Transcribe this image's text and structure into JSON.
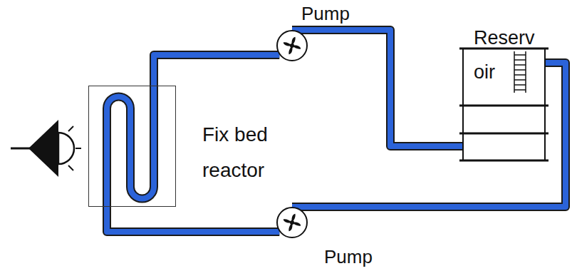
{
  "diagram": {
    "nodes": [
      {
        "text": [
          "Pump"
        ]
      },
      {
        "text": [
          "Reserv oir"
        ]
      },
      {
        "text": [
          "Fix bed reactor"
        ]
      },
      {
        "text": [
          "Pump"
        ]
      }
    ],
    "edges": [
      {
        "from": 2,
        "to": 0,
        "arrow": "none"
      },
      {
        "from": 0,
        "to": 1,
        "arrow": "none"
      },
      {
        "from": 1,
        "to": 3,
        "arrow": "none"
      },
      {
        "from": 3,
        "to": 2,
        "arrow": "none"
      }
    ]
  }
}
